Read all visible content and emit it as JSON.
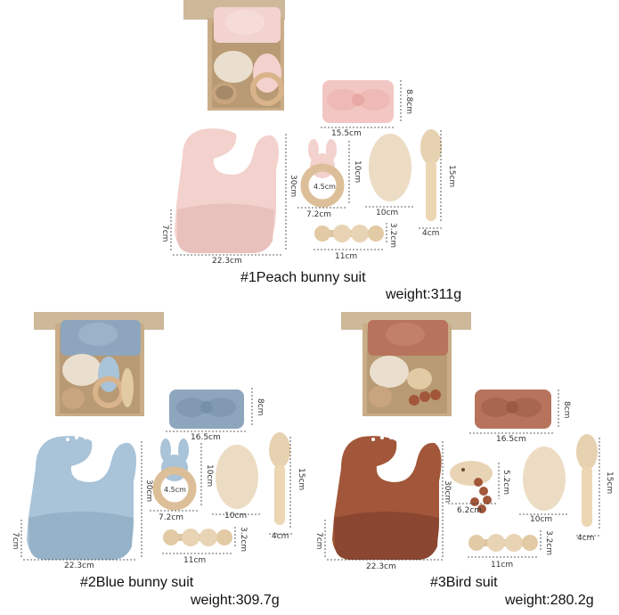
{
  "products": [
    {
      "title": "#1Peach bunny suit",
      "weight": "weight:311g",
      "colors": {
        "main": "#f3d1cd",
        "dark": "#e2b4ae",
        "headband": "#f2c6c3"
      },
      "dims": {
        "headband_w": "15.5cm",
        "headband_h": "8.8cm",
        "bib_w": "22.3cm",
        "bib_h": "30cm",
        "bib_pocket": "7cm",
        "teether_w": "7.2cm",
        "teether_h": "10cm",
        "teether_ring": "4.5cm",
        "brush_plate_w": "10cm",
        "brush_h": "15cm",
        "brush_w": "4cm",
        "rattle_w": "11cm",
        "rattle_h": "3.2cm"
      }
    },
    {
      "title": "#2Blue bunny suit",
      "weight": "weight:309.7g",
      "colors": {
        "main": "#a9c3d8",
        "dark": "#8eabc2",
        "headband": "#8ea6bd"
      },
      "dims": {
        "headband_w": "16.5cm",
        "headband_h": "8cm",
        "bib_w": "22.3cm",
        "bib_h": "30cm",
        "bib_pocket": "7cm",
        "teether_w": "7.2cm",
        "teether_h": "10cm",
        "teether_ring": "4.5cm",
        "brush_plate_w": "10cm",
        "brush_h": "15cm",
        "brush_w": "4cm",
        "rattle_w": "11cm",
        "rattle_h": "3.2cm"
      }
    },
    {
      "title": "#3Bird suit",
      "weight": "weight:280.2g",
      "colors": {
        "main": "#a2573a",
        "dark": "#8a4630",
        "headband": "#b8735d"
      },
      "dims": {
        "headband_w": "16.5cm",
        "headband_h": "8cm",
        "bib_w": "22.3cm",
        "bib_h": "30cm",
        "bib_pocket": "7cm",
        "teether_w": "6.2cm",
        "teether_h": "5.2cm",
        "brush_plate_w": "10cm",
        "brush_h": "15cm",
        "brush_w": "4cm",
        "rattle_w": "11cm",
        "rattle_h": "3.2cm"
      }
    }
  ]
}
